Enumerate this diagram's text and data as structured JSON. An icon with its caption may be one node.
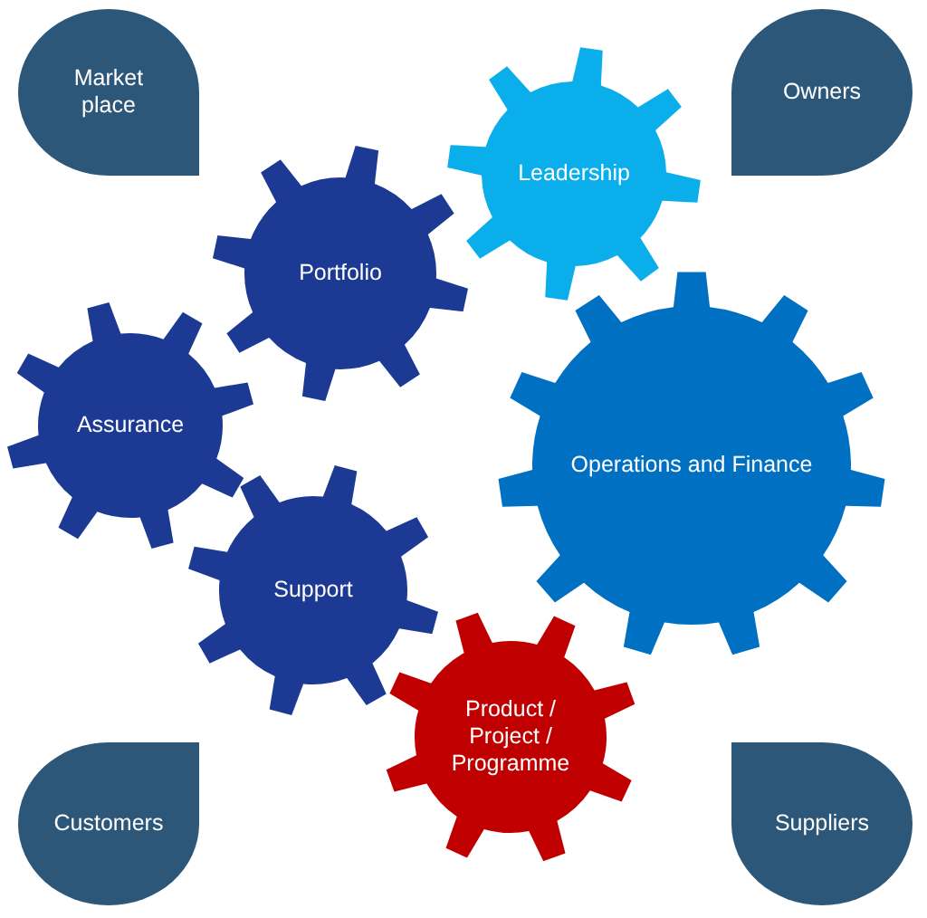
{
  "diagram": {
    "nodes": [
      {
        "text": [
          "Market place"
        ]
      },
      {
        "text": [
          "Owners"
        ]
      },
      {
        "text": [
          "Leadership"
        ]
      },
      {
        "text": [
          "Portfolio"
        ]
      },
      {
        "text": [
          "Assurance"
        ]
      },
      {
        "text": [
          "Operations and Finance"
        ]
      },
      {
        "text": [
          "Support"
        ]
      },
      {
        "text": [
          "Product / Project / Programme"
        ]
      },
      {
        "text": [
          "Customers"
        ]
      },
      {
        "text": [
          "Suppliers"
        ]
      }
    ]
  }
}
